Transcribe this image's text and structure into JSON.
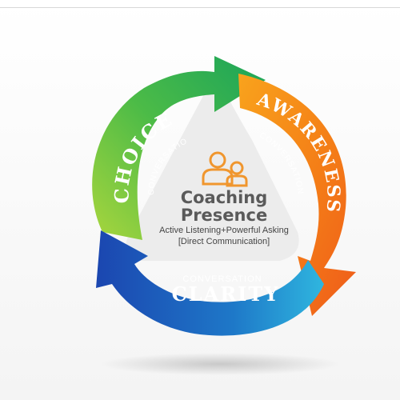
{
  "diagram": {
    "center": {
      "icon": "people-icon",
      "title_line1": "Coaching",
      "title_line2": "Presence",
      "subtitle_line1": "Active Listening+Powerful Asking",
      "subtitle_line2": "[Direct Communication]"
    },
    "segments": [
      {
        "key": "choice",
        "label": "CHOICE",
        "sublabel": "CONVERSATION",
        "color": "#3cb44a"
      },
      {
        "key": "awareness",
        "label": "AWARENESS",
        "sublabel": "CONVERSATION",
        "color": "#f07b16"
      },
      {
        "key": "clarity",
        "label": "CLARITY",
        "sublabel": "CONVERSATION",
        "color": "#1c5bb8"
      }
    ],
    "colors": {
      "icon": "#f0962e",
      "center_bg": "#ececec"
    }
  }
}
